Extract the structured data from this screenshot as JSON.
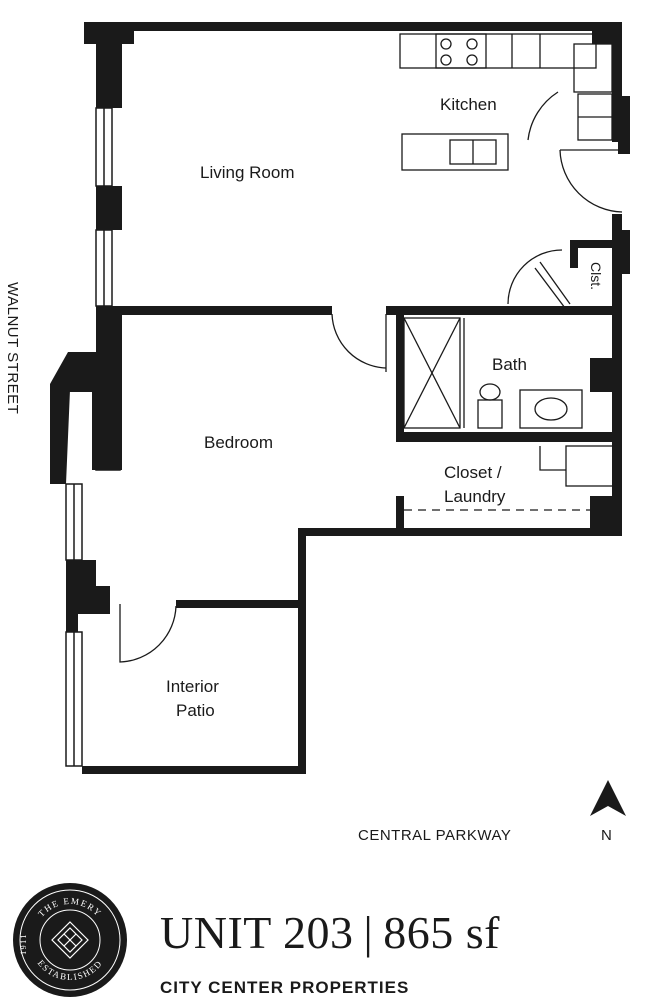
{
  "rooms": {
    "living_room": "Living Room",
    "kitchen": "Kitchen",
    "closet_short": "Clst.",
    "bath": "Bath",
    "bedroom": "Bedroom",
    "closet_laundry_line1": "Closet /",
    "closet_laundry_line2": "Laundry",
    "patio_line1": "Interior",
    "patio_line2": "Patio"
  },
  "streets": {
    "west": "WALNUT STREET",
    "south": "CENTRAL PARKWAY"
  },
  "compass": {
    "label": "N"
  },
  "unit": {
    "name": "UNIT 203",
    "separator": "|",
    "area": "865 sf"
  },
  "company": "CITY CENTER PROPERTIES",
  "logo": {
    "top_text": "THE EMERY",
    "bottom_text": "ESTABLISHED",
    "year": "1911"
  },
  "colors": {
    "wall": "#1a1a1a",
    "background": "#ffffff"
  }
}
